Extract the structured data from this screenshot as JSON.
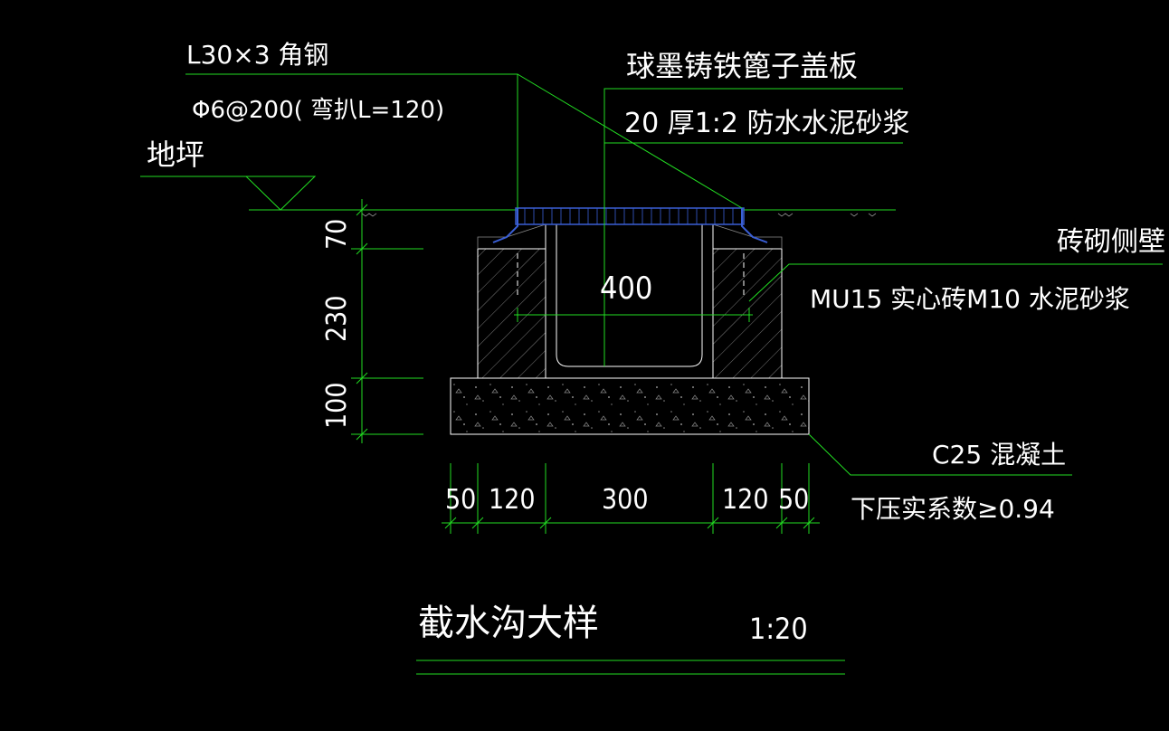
{
  "labels": {
    "angle_steel": "L30×3   角钢",
    "rebar": "Φ6@200(    弯扒L=120)",
    "ground": "地坪",
    "grate": "球墨铸铁篦子盖板",
    "mortar_layer": "20  厚1:2  防水水泥砂浆",
    "brick_wall": "砖砌侧壁",
    "brick_spec": "MU15   实心砖M10    水泥砂浆",
    "concrete": "C25   混凝土",
    "compaction": "下压实系数≥0.94",
    "inner_width": "400"
  },
  "dims_vertical": [
    "70",
    "230",
    "100"
  ],
  "dims_horizontal": [
    "50",
    "120",
    "300",
    "120",
    "50"
  ],
  "title": {
    "name": "截水沟大样",
    "scale": "1:20"
  },
  "colors": {
    "background": "#000000",
    "line_green": "#22dd22",
    "text": "#ffffff",
    "wall_outline": "#ffffff",
    "hatch": "#8a8a8a",
    "grate": "#3a5fd6"
  }
}
